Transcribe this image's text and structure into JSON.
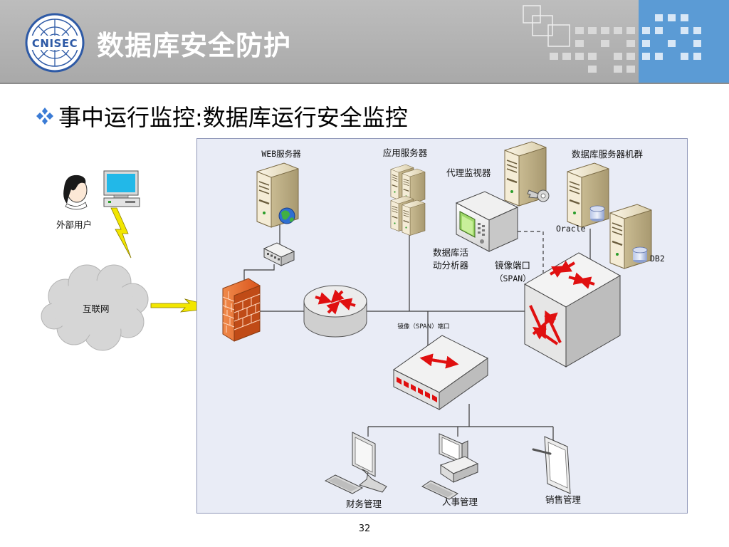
{
  "header": {
    "title": "数据库安全防护",
    "logo_text": "CNISEC",
    "colors": {
      "band": "#a9a9a9",
      "accent_blue": "#5b9bd5",
      "title_text": "#ffffff"
    }
  },
  "bullet": {
    "icon": "diamond-bullet-icon",
    "text": "事中运行监控:数据库运行安全监控"
  },
  "diagram": {
    "external_user": {
      "label": "外部用户",
      "icons": [
        "user-head-icon",
        "desktop-computer-icon"
      ]
    },
    "internet": {
      "label": "互联网",
      "icon": "cloud-icon"
    },
    "firewall": {
      "icon": "firewall-icon"
    },
    "web_server": {
      "label": "WEB服务器",
      "icon": "server-globe-icon"
    },
    "app_server": {
      "label": "应用服务器",
      "icon": "server-stack-icon"
    },
    "proxy_monitor": {
      "label": "代理监视器",
      "icon": "server-key-icon"
    },
    "db_cluster": {
      "label": "数据库服务器机群",
      "icon": "server-cluster-icon"
    },
    "oracle": {
      "label": "Oracle",
      "icon": "database-server-icon"
    },
    "db2": {
      "label": "DB2",
      "icon": "database-server-icon"
    },
    "analyzer": {
      "label_line1": "数据库活",
      "label_line2": "动分析器",
      "icon": "analyzer-device-icon"
    },
    "mirror_port": {
      "label_line1": "镜像端口",
      "label_line2": "（SPAN）"
    },
    "router": {
      "icon": "router-icon"
    },
    "hub": {
      "icon": "hub-icon"
    },
    "core_switch": {
      "icon": "layer3-switch-icon"
    },
    "access_switch": {
      "label": "镜像（SPAN）端口",
      "icon": "access-switch-icon"
    },
    "finance": {
      "label": "财务管理",
      "icon": "lcd-workstation-icon"
    },
    "hr": {
      "label": "人事管理",
      "icon": "desktop-workstation-icon"
    },
    "sales": {
      "label": "销售管理",
      "icon": "tablet-icon"
    },
    "colors": {
      "panel": "#e9ecf6",
      "arrow_red": "#e01010",
      "server_beige": "#e6dcc2",
      "firewall_orange": "#e8692c"
    }
  },
  "page_number": "32"
}
